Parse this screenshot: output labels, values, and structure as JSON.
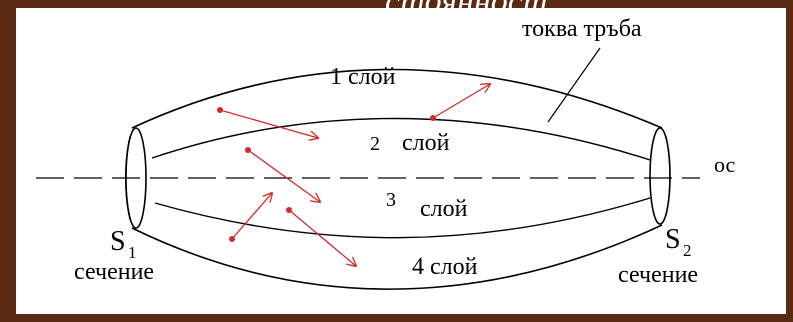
{
  "title_fragment": "стоянност.",
  "labels": {
    "tube": "токва тръба",
    "axis": "ос",
    "layer1": "1 слой",
    "layer2_num": "2",
    "layer2_word": "слой",
    "layer3_num": "3",
    "layer3_word": "слой",
    "layer4": "4 слой",
    "s1_letter": "S",
    "s1_sub": "1",
    "s1_caption": "сечение",
    "s2_letter": "S",
    "s2_sub": "2",
    "s2_caption": "сечение"
  },
  "colors": {
    "frame": "#5a2a12",
    "panel": "#ffffff",
    "ink": "#000000",
    "arrow": "#d42a2a",
    "title": "#ffffff"
  }
}
